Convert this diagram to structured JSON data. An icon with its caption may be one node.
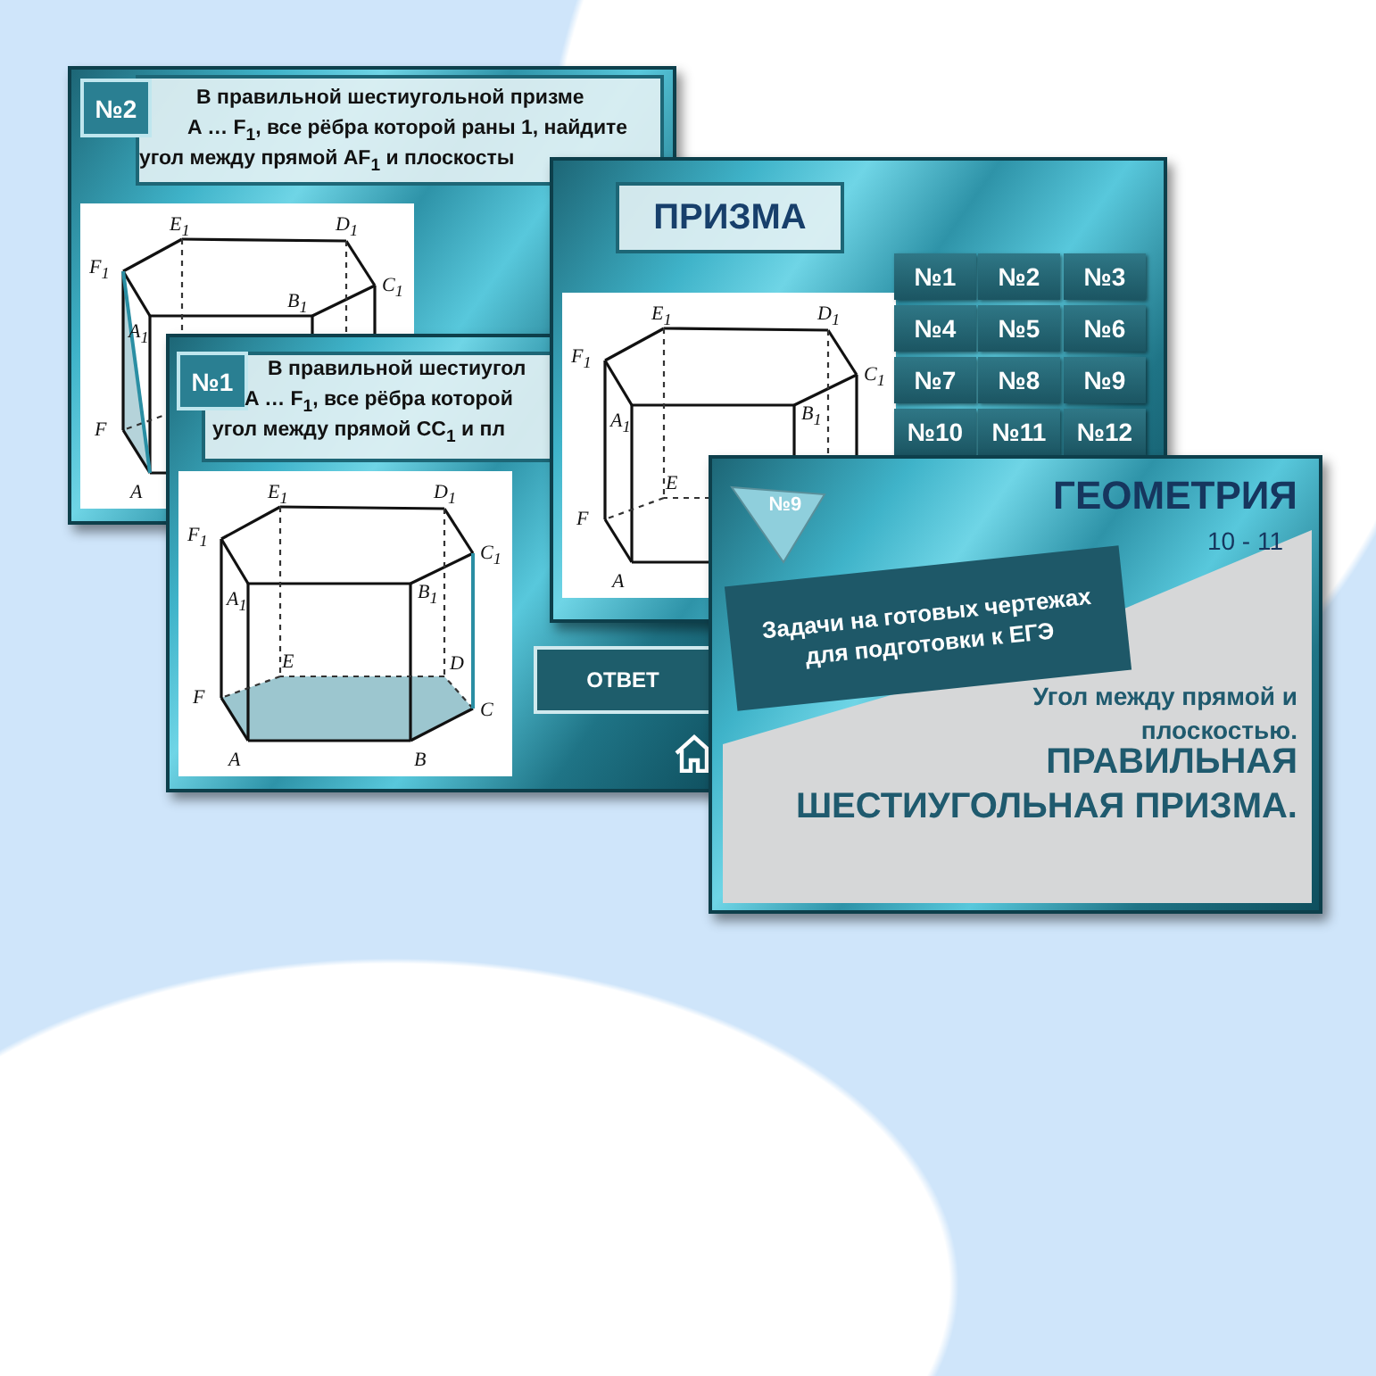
{
  "diagram": {
    "labels": [
      "№2",
      "В правильной  шестиугольной призме",
      "A … F$_{1}$, все рёбра которой раны 1, найдите",
      "угол между прямой AF$_{1}$ и плоскосты",
      "E$_{1}$",
      "D$_{1}$",
      "F$_{1}$",
      "C$_{1}$",
      "A$_{1}$",
      "B$_{1}$",
      "F",
      "A",
      "ПРИЗМА",
      "№1",
      "№2",
      "№3",
      "№4",
      "№5",
      "№6",
      "№7",
      "№8",
      "№9",
      "№10",
      "№11",
      "№12",
      "E$_{1}$",
      "D$_{1}$",
      "F$_{1}$",
      "C$_{1}$",
      "A$_{1}$",
      "B$_{1}$",
      "E",
      "F",
      "A",
      "№1",
      "В правильной  шестиугол",
      "A … F$_{1}$, все рёбра которой",
      "угол между прямой CC$_{1}$ и пл",
      "E$_{1}$",
      "D$_{1}$",
      "F$_{1}$",
      "C$_{1}$",
      "A$_{1}$",
      "B$_{1}$",
      "E",
      "D",
      "F",
      "C",
      "A",
      "B",
      "ОТВЕТ",
      "№9",
      "ГЕОМЕТРИЯ",
      "10 - 11",
      "Задачи на готовых чертежах для подготовки к ЕГЭ",
      "Угол между прямой и плоскостью.",
      "ПРАВИЛЬНАЯ ШЕСТИУГОЛЬНАЯ ПРИЗМА."
    ]
  }
}
